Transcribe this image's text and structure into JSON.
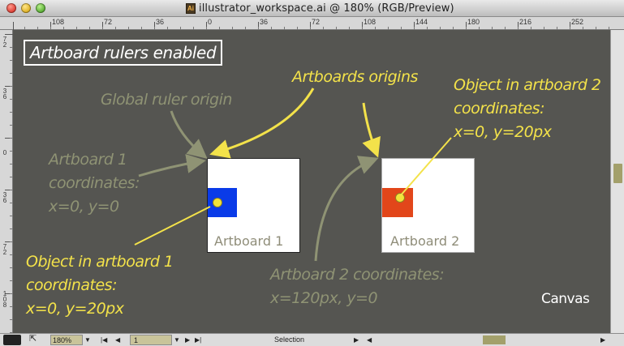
{
  "window": {
    "title": "illustrator_workspace.ai @ 180% (RGB/Preview)",
    "doc_icon_text": "Ai"
  },
  "ruler": {
    "h_labels": [
      "108",
      "72",
      "36",
      "0",
      "36",
      "72",
      "108",
      "144",
      "180",
      "216",
      "252"
    ],
    "v_labels": [
      "7\n2",
      "3\n6",
      "0",
      "3\n6",
      "7\n2",
      "1\n0\n8"
    ]
  },
  "canvas": {
    "badge": "Artboard rulers enabled",
    "global_origin_label": "Global ruler origin",
    "artboards_origins_label": "Artboards origins",
    "ab1_coords": [
      "Artboard 1",
      "coordinates:",
      "x=0, y=0"
    ],
    "ab2_object": [
      "Object in artboard 2",
      "coordinates:",
      "x=0, y=20px"
    ],
    "ab1_object": [
      "Object in artboard 1",
      "coordinates:",
      "x=0, y=20px"
    ],
    "ab2_coords": [
      "Artboard 2  coordinates:",
      "x=120px, y=0"
    ],
    "canvas_label": "Canvas",
    "artboard1_label": "Artboard 1",
    "artboard2_label": "Artboard 2"
  },
  "colors": {
    "annotation_green": "#8f9374",
    "annotation_yellow": "#f3e24a",
    "object1": "#0a3be8",
    "object2": "#e2461a",
    "canvas_bg": "#555551"
  },
  "status": {
    "zoom": "180%",
    "artboard_number": "1",
    "tool": "Selection"
  }
}
